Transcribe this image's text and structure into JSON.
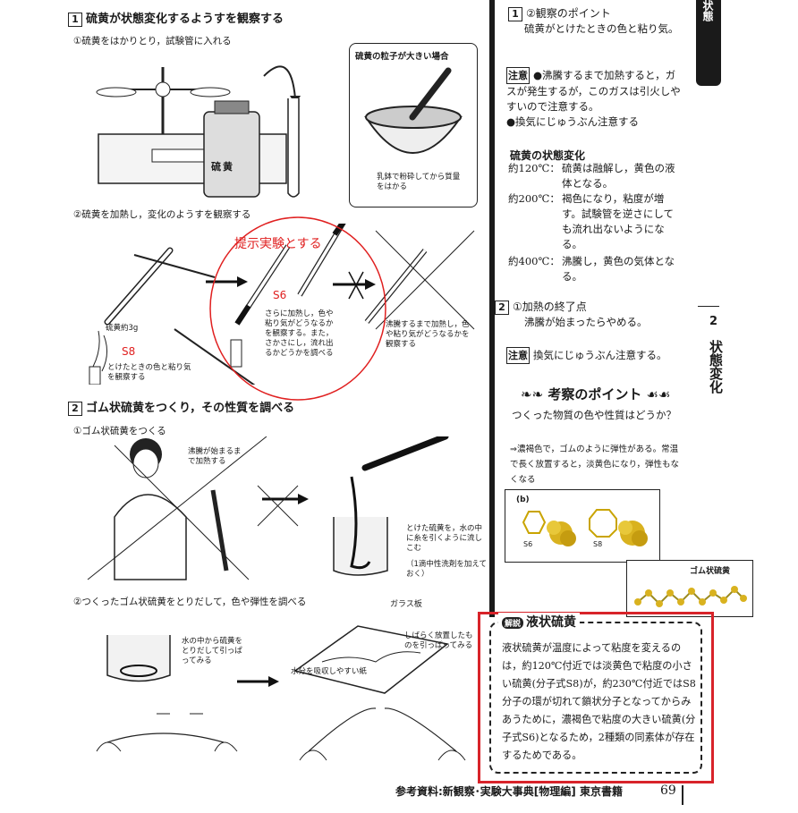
{
  "left": {
    "sec1_num": "1",
    "sec1_title": "硫黄が状態変化するようすを観察する",
    "step1": "①硫黄をはかりとり，試験管に入れる",
    "bottle_label": "硫黄",
    "inset_title": "硫黄の粒子が大きい場合",
    "inset_caption": "乳鉢で粉砕してから質量をはかる",
    "step2": "②硫黄を加熱し，変化のようすを観察する",
    "tube_label": "硫黄約3g",
    "cap_a": "とけたときの色と粘り気を観察する",
    "cap_b": "さらに加熱し，色や粘り気がどうなるかを観察する。また，さかさにし，流れ出るかどうかを調べる",
    "cap_c": "沸騰するまで加熱し，色や粘り気がどうなるかを観察する",
    "sec2_num": "2",
    "sec2_title": "ゴム状硫黄をつくり，その性質を調べる",
    "sec2_step1": "①ゴム状硫黄をつくる",
    "boil_note": "沸騰が始まるまで加熱する",
    "pour_note": "とけた硫黄を，水の中に糸を引くように流しこむ",
    "deter_note": "（1滴中性洗剤を加えておく）",
    "sec2_step2": "②つくったゴム状硫黄をとりだして，色や弾性を調べる",
    "glass_label": "ガラス板",
    "beaker_note": "水の中から硫黄をとりだして引っぱってみる",
    "later_note": "しばらく放置したものを引っぱってみる",
    "paper_note": "水分を吸収しやすい紙"
  },
  "annotations": {
    "circle_text": "提示実験とする",
    "s6": "S6",
    "s8": "S8"
  },
  "right": {
    "r1_num": "1",
    "r1_title": "②観察のポイント",
    "r1_body": "硫黄がとけたときの色と粘り気。",
    "note_label": "注意",
    "note1": "●沸騰するまで加熱すると，ガスが発生するが，このガスは引火しやすいので注意する。",
    "note2": "●換気にじゅうぶん注意する",
    "state_title": "硫黄の状態変化",
    "st1_temp": "約120℃：",
    "st1_text": "硫黄は融解し，黄色の液体となる。",
    "st2_temp": "約200℃：",
    "st2_text": "褐色になり，粘度が増す。試験管を逆さにしても流れ出ないようになる。",
    "st3_temp": "約400℃：",
    "st3_text": "沸騰し，黄色の気体となる。",
    "r2_num": "2",
    "r2_title": "①加熱の終了点",
    "r2_body": "沸騰が始まったらやめる。",
    "note3": "換気にじゅうぶん注意する。",
    "point_title": "考察のポイント",
    "point_q": "つくった物質の色や性質はどうか？",
    "point_a": "⇒濃褐色で，ゴムのように弾性がある。常温で長く放置すると，淡黄色になり，弾性もなくなる",
    "mol_b": "(b)",
    "mol_s6": "S6",
    "mol_s8": "S8",
    "rubber_title": "ゴム状硫黄"
  },
  "kaisetsu": {
    "badge": "解説",
    "title": "液状硫黄",
    "body": "液状硫黄が温度によって粘度を変えるのは，約120℃付近では淡黄色で粘度の小さい硫黄(分子式S8)が，約230℃付近ではS8分子の環が切れて鎖状分子となってからみあうために，濃褐色で粘度の大きい硫黄(分子式S6)となるため，2種類の同素体が存在するためである。"
  },
  "side": {
    "tab": "状態",
    "num": "2",
    "label": "状態変化"
  },
  "footer": {
    "ref": "参考資料:新観察･実験大事典[物理編] 東京書籍",
    "page": "69"
  },
  "colors": {
    "annotation_red": "#e02020",
    "frame_red": "#d8232a",
    "sulfur_yellow": "#d9b21f"
  }
}
